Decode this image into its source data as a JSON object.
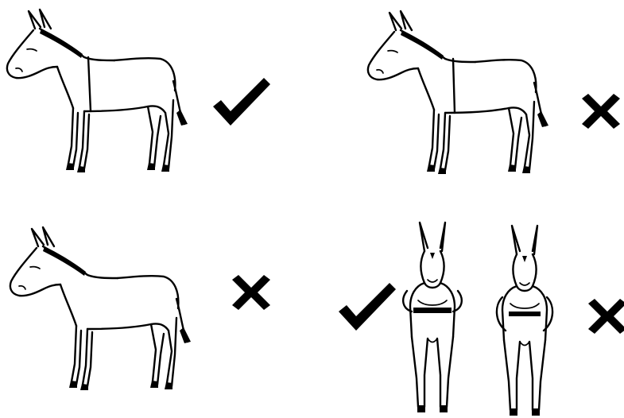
{
  "panels": [
    {
      "id": "side-correct",
      "verdict": "correct",
      "verdict_icon": "checkmark-icon"
    },
    {
      "id": "side-incorrect",
      "verdict": "incorrect",
      "verdict_icon": "cross-icon"
    },
    {
      "id": "side-no-girth-incorrect",
      "verdict": "incorrect",
      "verdict_icon": "cross-icon"
    },
    {
      "id": "front-correct",
      "verdict": "correct",
      "verdict_icon": "checkmark-icon"
    },
    {
      "id": "front-incorrect",
      "verdict": "incorrect",
      "verdict_icon": "cross-icon"
    }
  ],
  "colors": {
    "ink": "#000000",
    "background": "#ffffff"
  }
}
